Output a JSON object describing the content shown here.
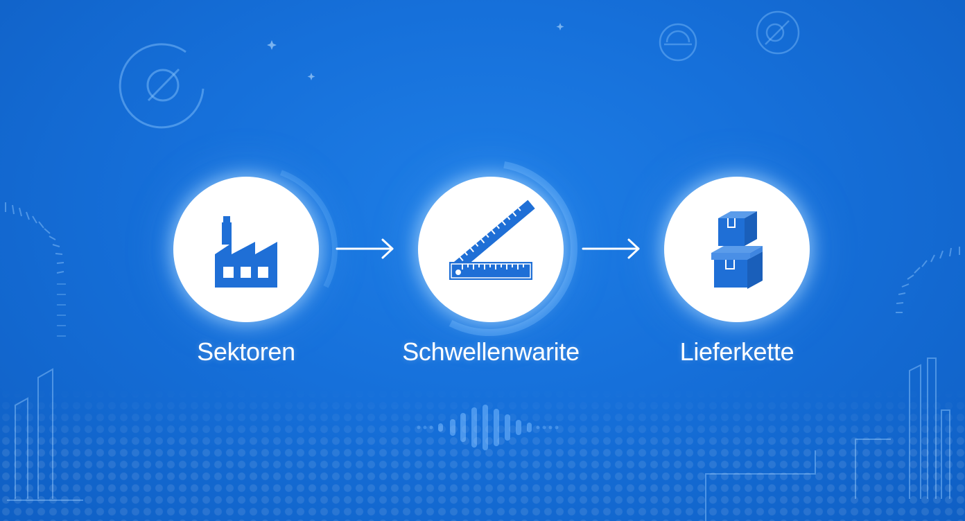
{
  "steps": [
    {
      "label": "Sektoren",
      "icon": "factory-icon"
    },
    {
      "label": "Schwellenwarite",
      "icon": "ruler-icon"
    },
    {
      "label": "Lieferkette",
      "icon": "boxes-icon"
    }
  ],
  "colors": {
    "background": "#1670da",
    "icon": "#1f6fd6",
    "circle": "#ffffff",
    "text": "#ffffff"
  }
}
